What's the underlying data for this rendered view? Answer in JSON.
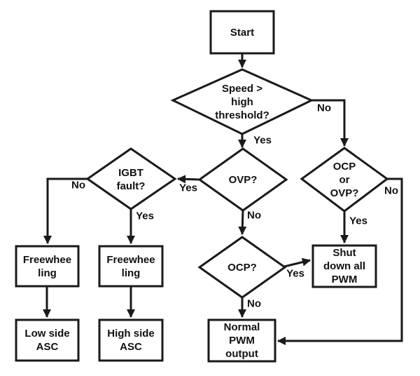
{
  "colors": {
    "background": "#ffffff",
    "line": "#1a1a1a",
    "text": "#111111"
  },
  "nodes": {
    "start": {
      "type": "process",
      "label": "Start"
    },
    "speed_check": {
      "type": "decision",
      "label": "Speed >\nhigh\nthreshold?"
    },
    "ovp": {
      "type": "decision",
      "label": "OVP?"
    },
    "igbt_fault": {
      "type": "decision",
      "label": "IGBT\nfault?"
    },
    "ocp": {
      "type": "decision",
      "label": "OCP?"
    },
    "ocp_or_ovp": {
      "type": "decision",
      "label": "OCP\nor\nOVP?"
    },
    "freewheeling_left": {
      "type": "process",
      "label": "Freewhee\nling"
    },
    "freewheeling_right": {
      "type": "process",
      "label": "Freewhee\nling"
    },
    "low_side_asc": {
      "type": "process",
      "label": "Low side\nASC"
    },
    "high_side_asc": {
      "type": "process",
      "label": "High side\nASC"
    },
    "shutdown_pwm": {
      "type": "process",
      "label": "Shut\ndown all\nPWM"
    },
    "normal_pwm": {
      "type": "process",
      "label": "Normal\nPWM\noutput"
    }
  },
  "edges": {
    "start_to_speed": {
      "from": "start",
      "to": "speed_check",
      "label": ""
    },
    "speed_yes": {
      "from": "speed_check",
      "to": "ovp",
      "label": "Yes"
    },
    "speed_no": {
      "from": "speed_check",
      "to": "ocp_or_ovp",
      "label": "No"
    },
    "ovp_yes": {
      "from": "ovp",
      "to": "igbt_fault",
      "label": "Yes"
    },
    "ovp_no": {
      "from": "ovp",
      "to": "ocp",
      "label": "No"
    },
    "igbt_no": {
      "from": "igbt_fault",
      "to": "freewheeling_left",
      "label": "No"
    },
    "igbt_yes": {
      "from": "igbt_fault",
      "to": "freewheeling_right",
      "label": "Yes"
    },
    "fw_left_to_low": {
      "from": "freewheeling_left",
      "to": "low_side_asc",
      "label": ""
    },
    "fw_right_to_high": {
      "from": "freewheeling_right",
      "to": "high_side_asc",
      "label": ""
    },
    "ocp_yes": {
      "from": "ocp",
      "to": "shutdown_pwm",
      "label": "Yes"
    },
    "ocp_no": {
      "from": "ocp",
      "to": "normal_pwm",
      "label": "No"
    },
    "ocp_or_ovp_yes": {
      "from": "ocp_or_ovp",
      "to": "shutdown_pwm",
      "label": "Yes"
    },
    "ocp_or_ovp_no": {
      "from": "ocp_or_ovp",
      "to": "normal_pwm",
      "label": "No"
    }
  }
}
